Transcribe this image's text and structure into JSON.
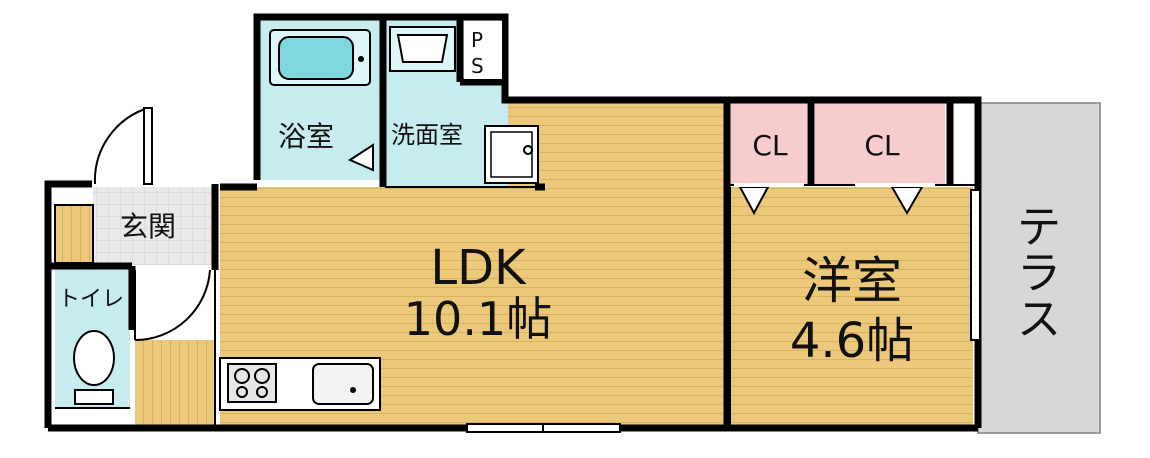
{
  "rooms": {
    "bath": "浴室",
    "washroom": "洗面室",
    "ps": [
      "P",
      "S"
    ],
    "entrance": "玄関",
    "toilet": "トイレ",
    "ldk": {
      "name": "LDK",
      "size": "10.1帖"
    },
    "western": {
      "name": "洋室",
      "size": "4.6帖"
    },
    "closet_1": "CL",
    "closet_2": "CL",
    "terrace": [
      "テ",
      "ラ",
      "ス"
    ]
  },
  "colors": {
    "floor_wood": "#ecc97a",
    "wet_area": "#c6ecef",
    "closet": "#f7cccc",
    "terrace": "#d7d7d7",
    "entrance_tile": "#e8e8e8",
    "wall": "#000000"
  }
}
